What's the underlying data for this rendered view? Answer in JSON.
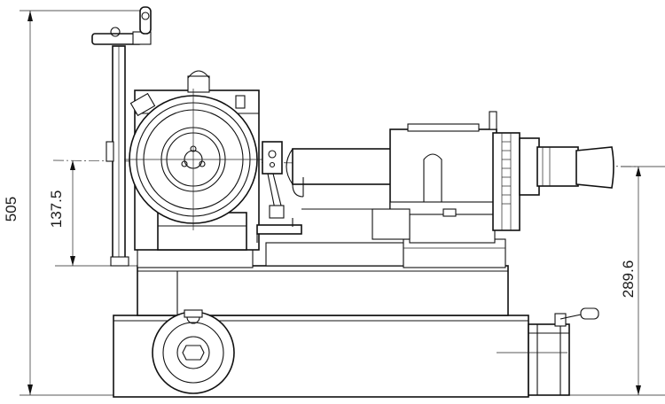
{
  "dimensions": {
    "overall_height": "505",
    "center_height": "137.5",
    "base_to_center": "289.6"
  }
}
